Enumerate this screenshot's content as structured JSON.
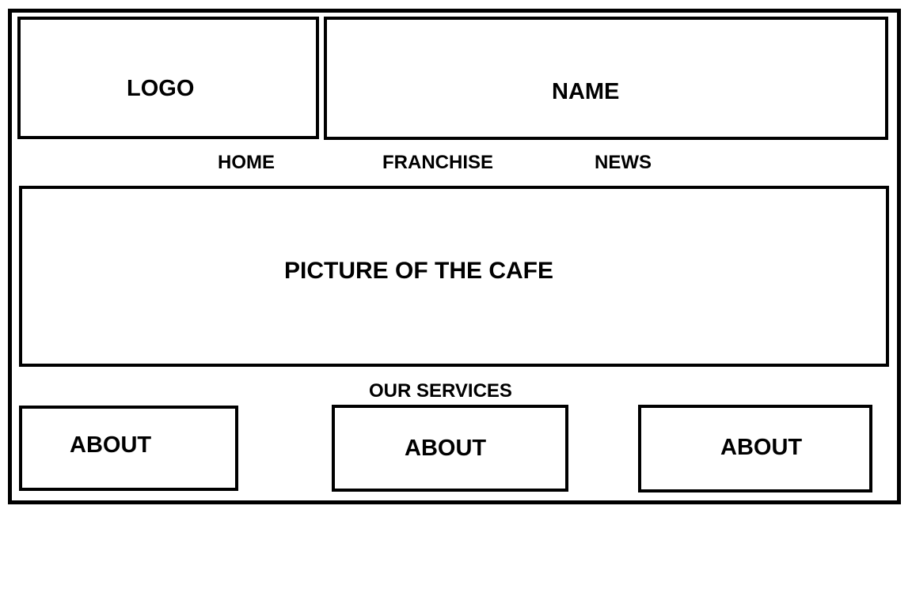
{
  "header": {
    "logo_label": "LOGO",
    "name_label": "NAME"
  },
  "nav": {
    "items": [
      {
        "label": "HOME"
      },
      {
        "label": "FRANCHISE"
      },
      {
        "label": "NEWS"
      }
    ]
  },
  "hero": {
    "label": "PICTURE OF THE CAFE"
  },
  "services": {
    "heading": "OUR SERVICES",
    "cards": [
      {
        "label": "ABOUT"
      },
      {
        "label": "ABOUT"
      },
      {
        "label": "ABOUT"
      }
    ]
  },
  "colors": {
    "stroke": "#000000",
    "background": "#ffffff"
  }
}
